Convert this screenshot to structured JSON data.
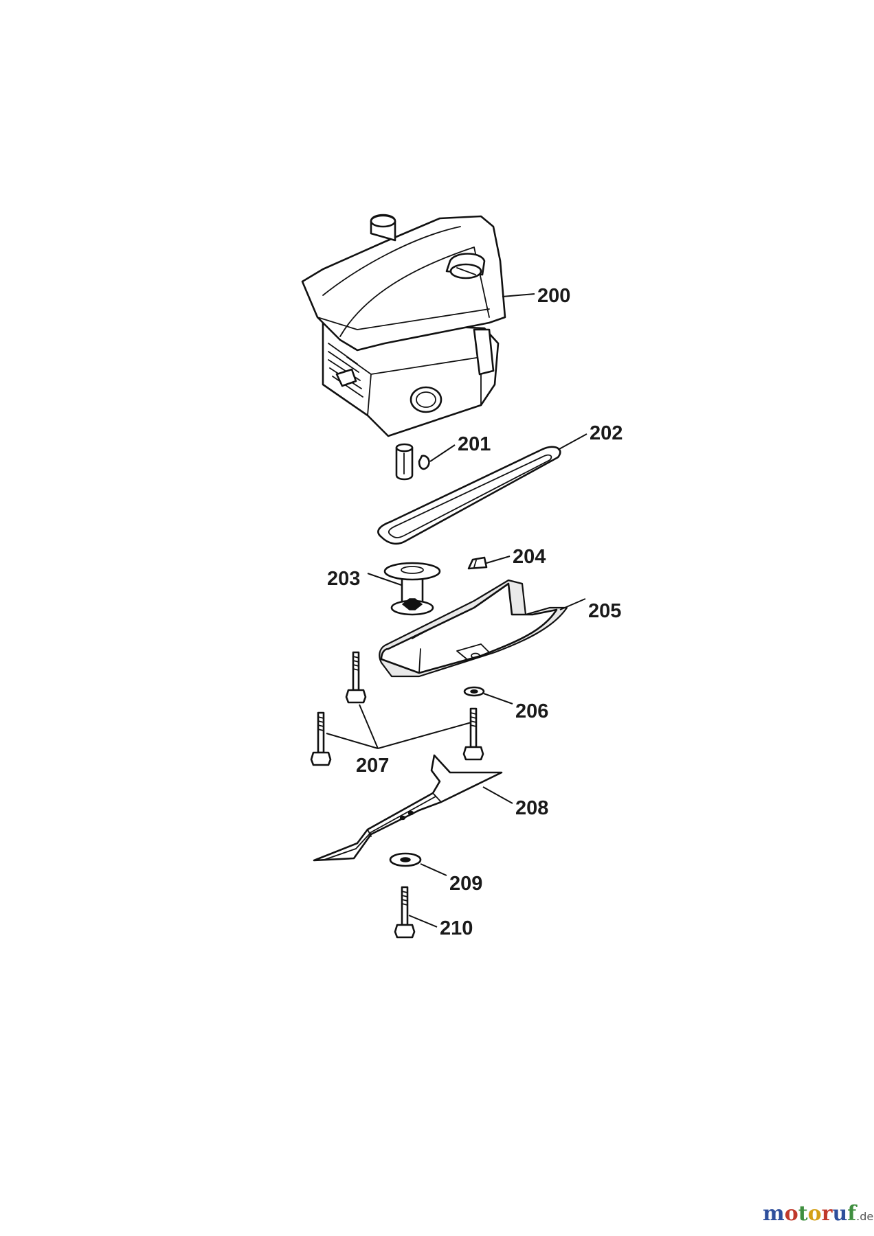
{
  "parts": [
    {
      "id": "engine",
      "label": "200"
    },
    {
      "id": "key",
      "label": "201"
    },
    {
      "id": "belt",
      "label": "202"
    },
    {
      "id": "adapter",
      "label": "203"
    },
    {
      "id": "clip",
      "label": "204"
    },
    {
      "id": "cover",
      "label": "205"
    },
    {
      "id": "washer-small",
      "label": "206"
    },
    {
      "id": "bolts",
      "label": "207"
    },
    {
      "id": "blade",
      "label": "208"
    },
    {
      "id": "washer-large",
      "label": "209"
    },
    {
      "id": "blade-bolt",
      "label": "210"
    }
  ],
  "watermark": {
    "letters": [
      "m",
      "o",
      "t",
      "o",
      "r",
      "u",
      "f"
    ],
    "tld": ".de"
  }
}
